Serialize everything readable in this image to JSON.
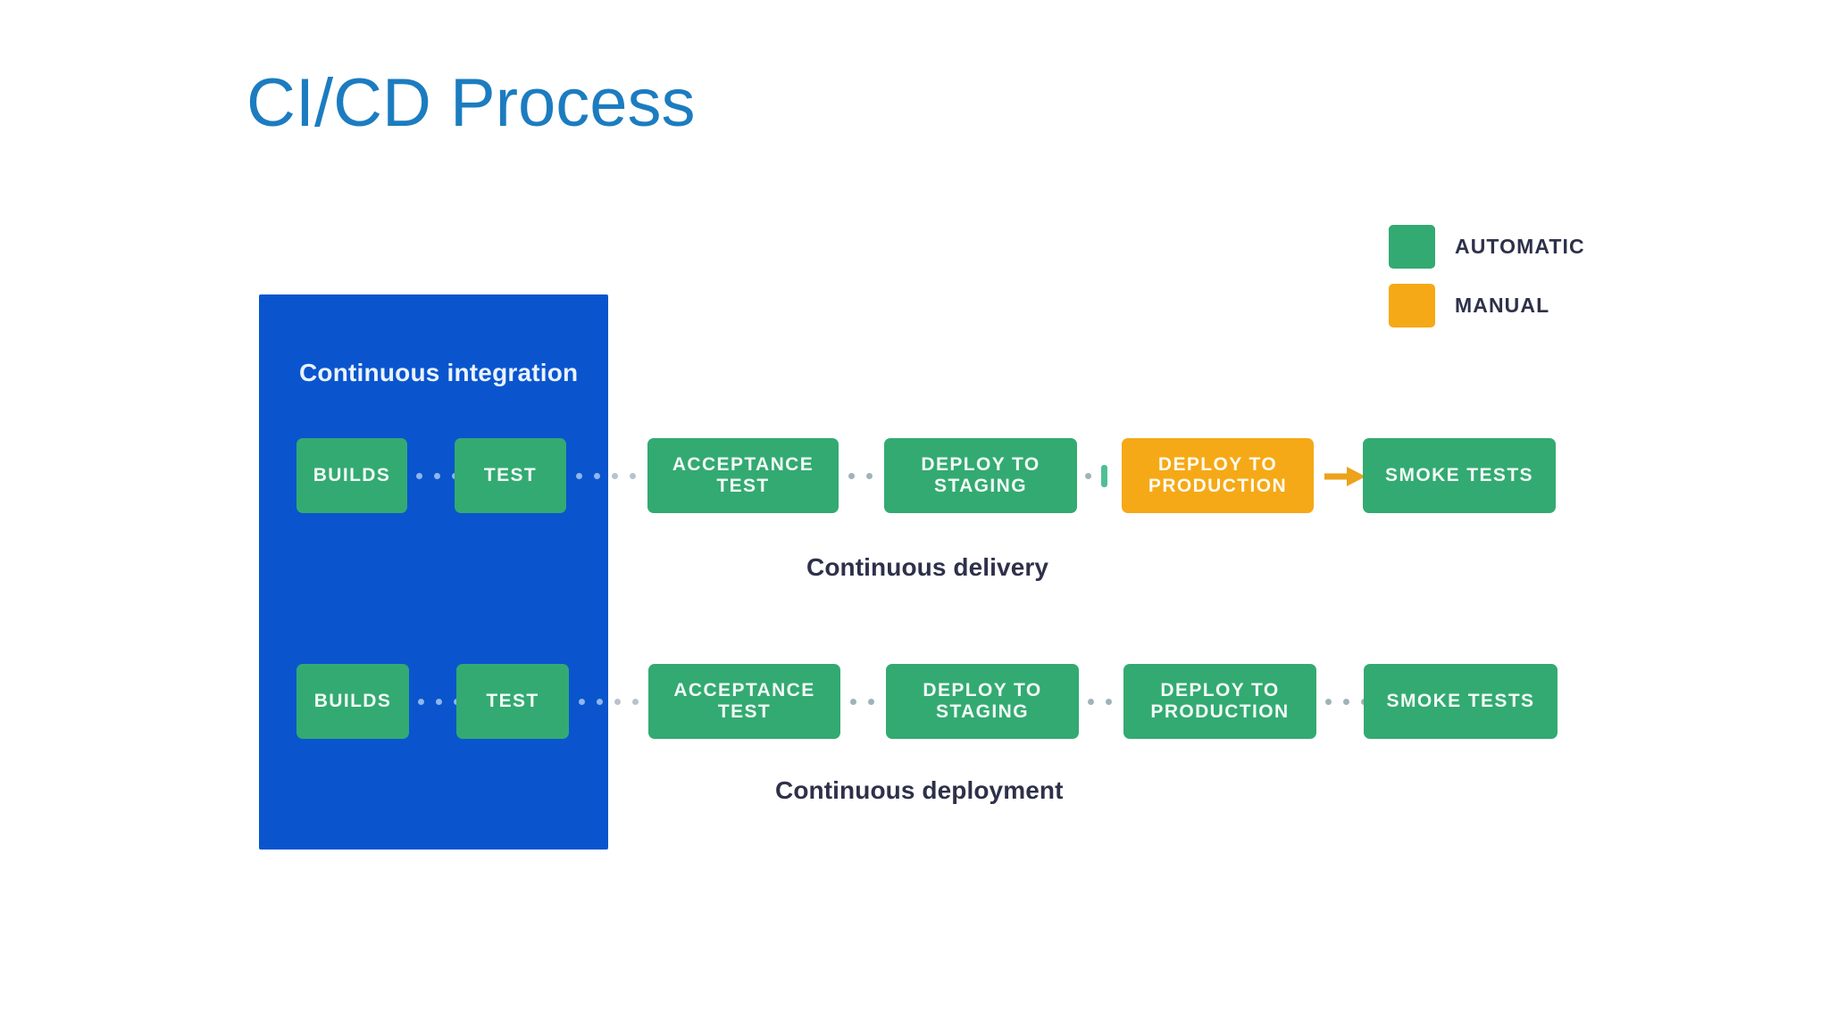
{
  "title": "CI/CD Process",
  "colors": {
    "title": "#1c7cc0",
    "panel_blue": "#0a55ce",
    "automatic_green": "#33aa72",
    "manual_orange": "#f5a916",
    "caption_navy": "#2d3149",
    "background": "#ffffff"
  },
  "legend": {
    "items": [
      {
        "label": "AUTOMATIC",
        "color": "#33aa72",
        "swatch_icon": "square-swatch-icon"
      },
      {
        "label": "MANUAL",
        "color": "#f5a916",
        "swatch_icon": "square-swatch-icon"
      }
    ]
  },
  "ci_panel": {
    "title": "Continuous integration"
  },
  "pipelines": [
    {
      "name": "continuous-delivery",
      "caption": "Continuous delivery",
      "nodes": [
        {
          "label": "BUILDS",
          "type": "automatic",
          "inside_ci": true
        },
        {
          "label": "TEST",
          "type": "automatic",
          "inside_ci": true
        },
        {
          "label": "ACCEPTANCE\nTEST",
          "type": "automatic",
          "inside_ci": false
        },
        {
          "label": "DEPLOY TO\nSTAGING",
          "type": "automatic",
          "inside_ci": false
        },
        {
          "label": "DEPLOY TO\nPRODUCTION",
          "type": "manual",
          "inside_ci": false
        },
        {
          "label": "SMOKE TESTS",
          "type": "automatic",
          "inside_ci": false
        }
      ]
    },
    {
      "name": "continuous-deployment",
      "caption": "Continuous deployment",
      "nodes": [
        {
          "label": "BUILDS",
          "type": "automatic",
          "inside_ci": true
        },
        {
          "label": "TEST",
          "type": "automatic",
          "inside_ci": true
        },
        {
          "label": "ACCEPTANCE\nTEST",
          "type": "automatic",
          "inside_ci": false
        },
        {
          "label": "DEPLOY TO\nSTAGING",
          "type": "automatic",
          "inside_ci": false
        },
        {
          "label": "DEPLOY TO\nPRODUCTION",
          "type": "automatic",
          "inside_ci": false
        },
        {
          "label": "SMOKE TESTS",
          "type": "automatic",
          "inside_ci": false
        }
      ]
    }
  ]
}
